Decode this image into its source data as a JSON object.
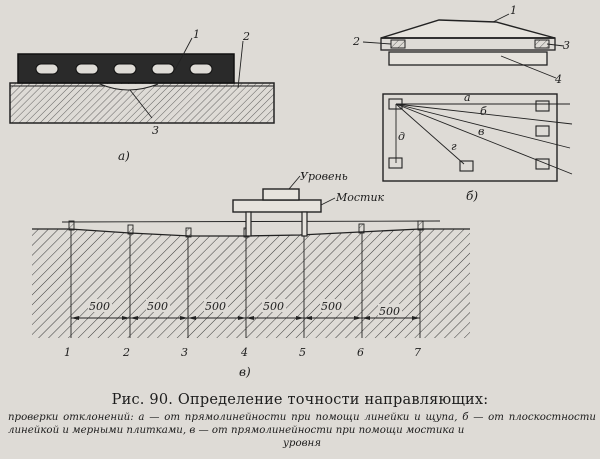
{
  "figure": {
    "a": {
      "label": "а)",
      "callouts": [
        "1",
        "2",
        "3"
      ]
    },
    "b": {
      "label": "б)",
      "top_callouts": [
        "1",
        "2",
        "3",
        "4"
      ],
      "plan_callouts": [
        "а",
        "б",
        "в",
        "г",
        "д"
      ]
    },
    "v": {
      "label": "в)",
      "level_label": "Уровень",
      "bridge_label": "Мостик",
      "spans": [
        "500",
        "500",
        "500",
        "500",
        "500",
        "500"
      ],
      "points": [
        "1",
        "2",
        "3",
        "4",
        "5",
        "6",
        "7"
      ]
    }
  },
  "caption": {
    "title": "Рис. 90. Определение точности направляющих:",
    "text": "проверки отклонений: а — от прямолинейности при помощи линейки и щупа, б — от плоскостности линейкой и мерными плитками, в — от прямолинейности при помощи мостика и",
    "text_last": "уровня"
  }
}
